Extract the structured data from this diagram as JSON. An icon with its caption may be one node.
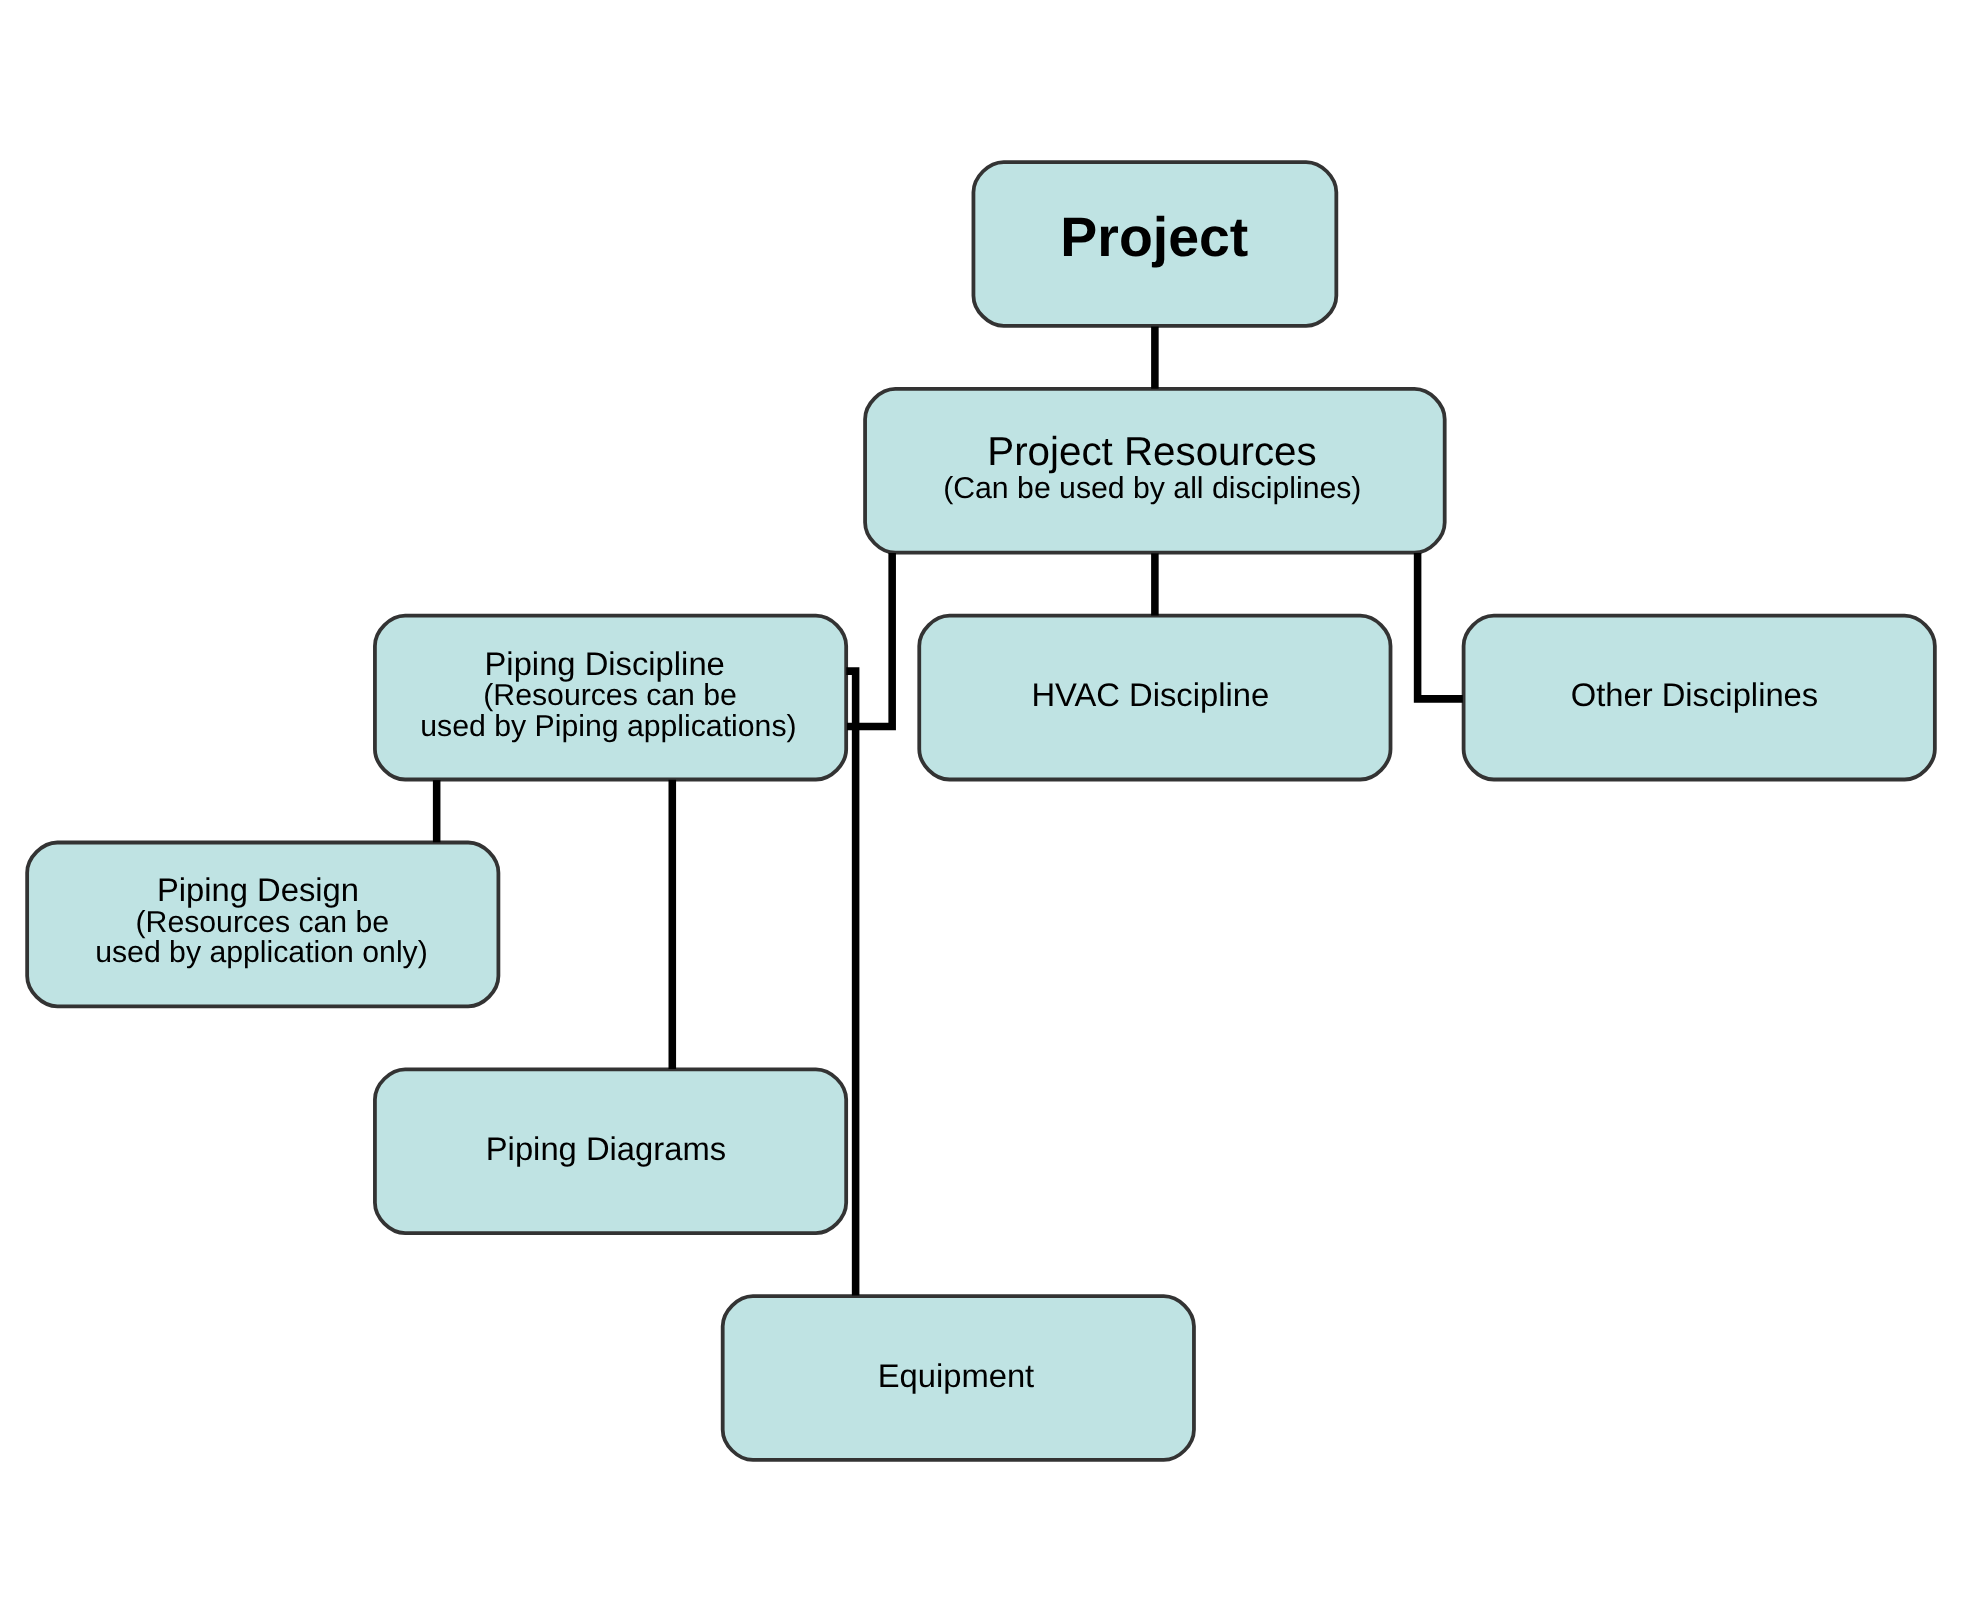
{
  "diagram": {
    "nodes": [
      {
        "text": [
          "Project"
        ]
      },
      {
        "text": [
          "Project Resources",
          "(Can be used by all disciplines)"
        ]
      },
      {
        "text": [
          "Piping Discipline",
          "(Resources can be used by Piping applications)"
        ]
      },
      {
        "text": [
          "HVAC Discipline"
        ]
      },
      {
        "text": [
          "Other Disciplines"
        ]
      },
      {
        "text": [
          "Piping Design",
          "(Resources can be used by application only)"
        ]
      },
      {
        "text": [
          "Piping Diagrams"
        ]
      },
      {
        "text": [
          "Equipment"
        ]
      }
    ],
    "edges": [
      {
        "from": 0,
        "to": 1,
        "arrow": "none"
      },
      {
        "from": 1,
        "to": 2,
        "arrow": "none"
      },
      {
        "from": 1,
        "to": 3,
        "arrow": "none"
      },
      {
        "from": 1,
        "to": 4,
        "arrow": "none"
      },
      {
        "from": 2,
        "to": 5,
        "arrow": "none"
      },
      {
        "from": 2,
        "to": 6,
        "arrow": "none"
      },
      {
        "from": 2,
        "to": 7,
        "arrow": "none"
      }
    ]
  }
}
